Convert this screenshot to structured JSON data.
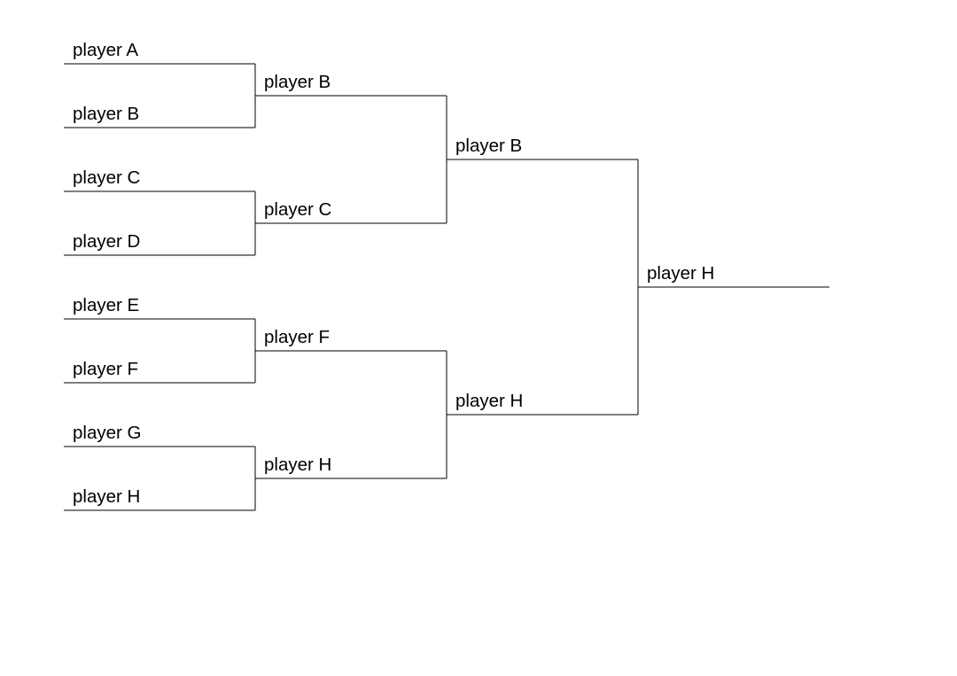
{
  "bracket": {
    "rounds": [
      {
        "slots": [
          "player A",
          "player B",
          "player C",
          "player D",
          "player E",
          "player F",
          "player G",
          "player H"
        ]
      },
      {
        "slots": [
          "player B",
          "player C",
          "player F",
          "player H"
        ]
      },
      {
        "slots": [
          "player B",
          "player H"
        ]
      },
      {
        "slots": [
          "player H"
        ]
      }
    ],
    "colors": {
      "line": "#000000",
      "text": "#000000",
      "background": "#ffffff"
    }
  }
}
